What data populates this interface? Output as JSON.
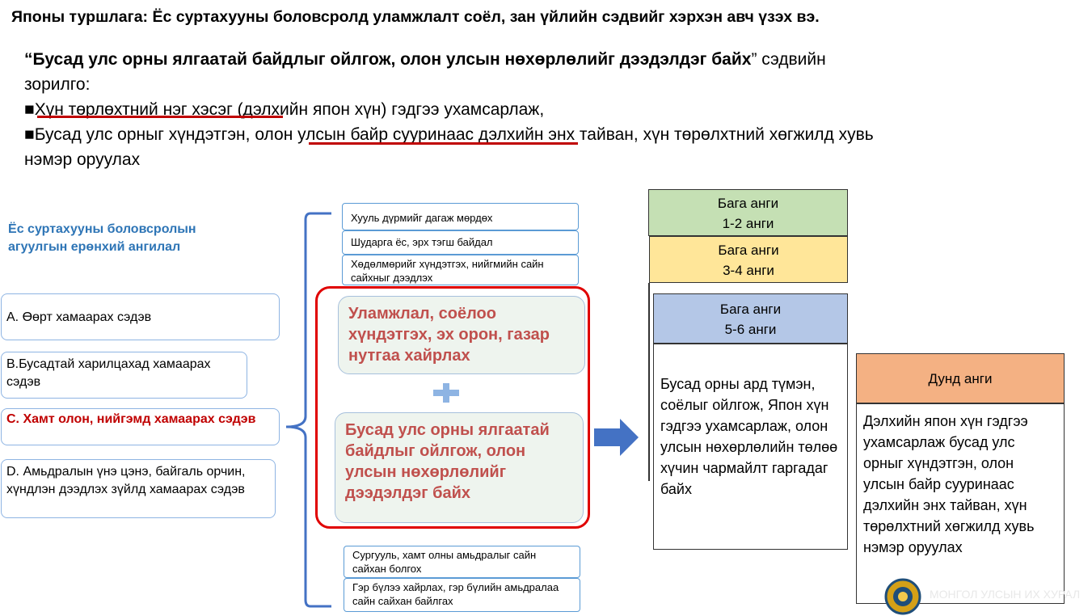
{
  "title": {
    "prefix": "Японы туршлага",
    "rest": ": Ёс суртахууны боловсролд уламжлалт соёл, зан үйлийн сэдвийг хэрхэн авч үзэх вэ."
  },
  "intro": {
    "goal_quote": "“Бусад улс орны ялгаатай байдлыг ойлгож, олон улсын нөхөрлөлийг дээдэлдэг байх",
    "goal_after": "”  сэдвийн",
    "goal_line2": "зорилго:",
    "bullet_glyph": "■",
    "bullet1_underlined": "Хүн төрлөхтний нэг хэсэг",
    "bullet1_rest": " (дэлхийн япон хүн) гэдгээ ухамсарлаж,",
    "bullet2_start": "Бусад улс орныг хүндэтгэн, ",
    "bullet2_underlined": "олон улсын байр суурин­аас",
    "bullet2_rest": " дэлхийн энх тайван, хүн төрөлхтний хөгжилд хувь",
    "bullet2_line2": "нэмэр оруулах"
  },
  "categories": {
    "heading": "Ёс суртахууны боловсролын агуулгын ерөнхий ангилал",
    "items": [
      "A. Өөрт хамаарах сэдэв",
      "B.Бусадтай харилцахад хамаарах сэдэв",
      "C. Хамт олон, нийгэмд хамаарах сэдэв",
      "D. Амьдралын үнэ цэнэ, байгаль орчин, хүндлэн дээдлэх зүйлд хамаарах сэдэв"
    ]
  },
  "topics": {
    "top": [
      "Хууль дүрмийг дагаж мөрдөх",
      "Шударга ёс, эрх тэгш байдал",
      "Хөдөлмөрийг хүндэтгэх, нийгмийн сайн сайхныг дээдлэх"
    ],
    "bottom": [
      "Сургууль, хамт олны амьдралыг сайн сайхан болгох",
      "Гэр бүлээ хайрлах, гэр бүлийн амьдралаа сайн сайхан байлгах"
    ]
  },
  "focus": {
    "item1": "Уламжлал, соёлоо хүндэтгэх, эх орон, газар нутгаа хайрлах",
    "item2": "Бусад улс орны ялгаатай байдлыг ойлгож, олон улсын нөхөрлөлийг дээдэлдэг байх"
  },
  "grades": {
    "g12": {
      "title": "Бага анги",
      "sub": "1-2 анги",
      "color": "#c5e0b4"
    },
    "g34": {
      "title": "Бага анги",
      "sub": "3-4 анги",
      "color": "#ffe699"
    },
    "g56": {
      "title": "Бага анги",
      "sub": "5-6 анги",
      "color": "#b4c7e7"
    },
    "primary_text": "Бусад орны ард түмэн, соёлыг ойлгож, Япон хүн гэдгээ ухамсарлаж, олон улсын нөхөрлөлийн төлөө хүчин чармайлт гаргадаг байх",
    "middle": {
      "title": "Дунд анги",
      "color": "#f4b183"
    },
    "middle_text": "Дэлхийн япон хүн гэдгээ ухамсарлаж бусад улс орныг хүндэтгэн, олон улсын байр суурин­аас дэлхийн энх тайван, хүн төрөлхтний хөгжилд хувь нэмэр оруулах"
  },
  "colors": {
    "red": "#c00000",
    "blue_heading": "#2e75b6",
    "arrow": "#4472c4",
    "brace": "#4472c4",
    "plus": "#8eb4e3"
  },
  "watermark": "МОНГОЛ УЛСЫН ИХ ХУРАЛ",
  "icons": [
    "emblem-icon",
    "right-arrow-icon",
    "plus-icon",
    "brace-icon"
  ]
}
